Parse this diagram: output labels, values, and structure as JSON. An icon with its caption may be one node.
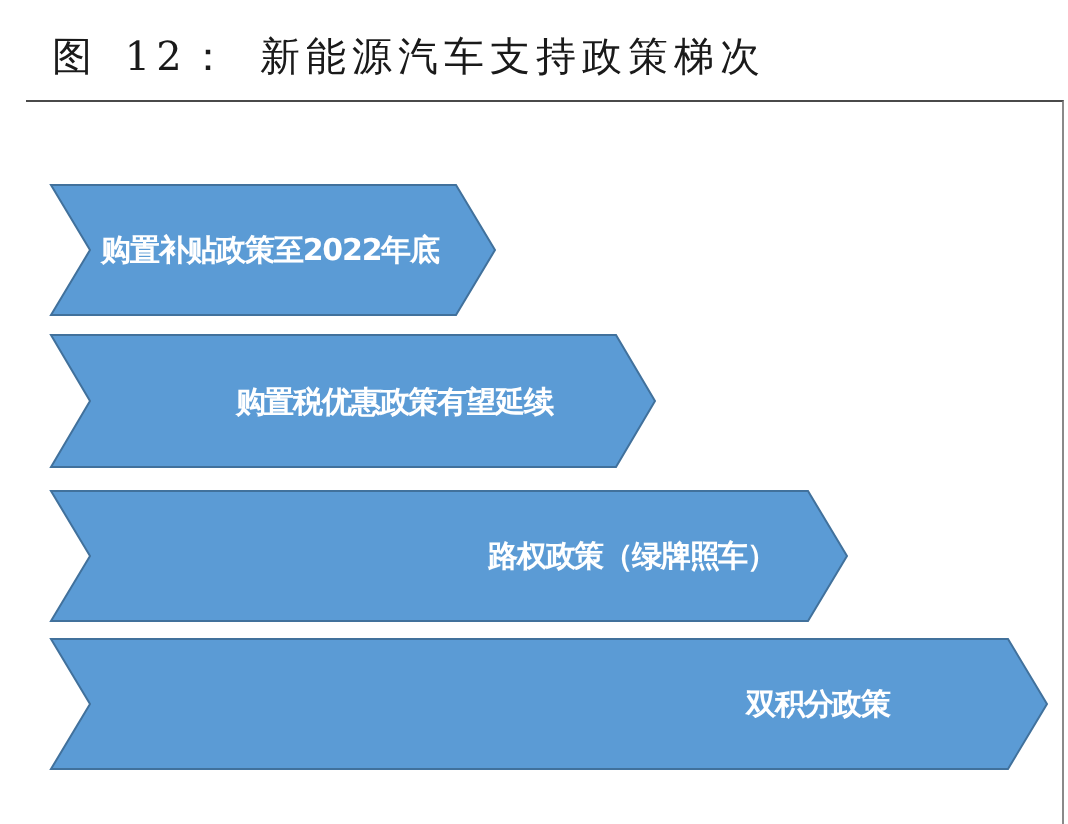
{
  "diagram": {
    "title": "图 12： 新能源汽车支持政策梯次",
    "nodes": [
      {
        "text": [
          "购置补贴政策至2022年底"
        ]
      },
      {
        "text": [
          "购置税优惠政策有望延续"
        ]
      },
      {
        "text": [
          "路权政策（绿牌照车）"
        ]
      },
      {
        "text": [
          "双积分政策"
        ]
      }
    ]
  }
}
